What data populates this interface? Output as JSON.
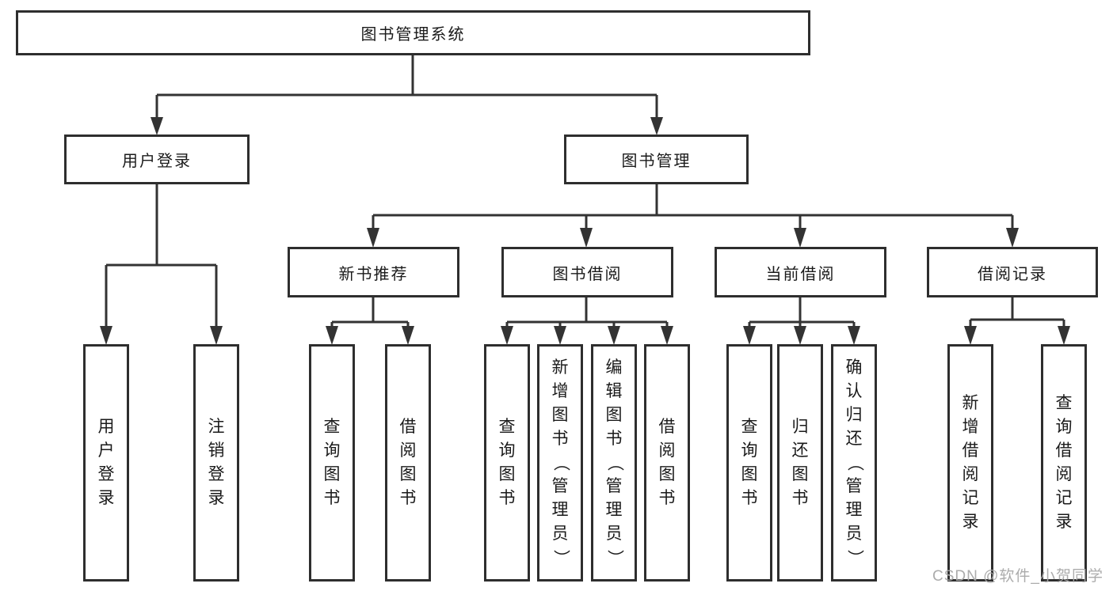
{
  "diagram": {
    "root": {
      "label": "图书管理系统"
    },
    "branches": [
      {
        "label": "用户登录",
        "children": [
          {
            "label": "用户登录"
          },
          {
            "label": "注销登录"
          }
        ]
      },
      {
        "label": "图书管理",
        "children": [
          {
            "label": "新书推荐",
            "children": [
              {
                "label": "查询图书"
              },
              {
                "label": "借阅图书"
              }
            ]
          },
          {
            "label": "图书借阅",
            "children": [
              {
                "label": "查询图书"
              },
              {
                "label": "新增图书（管理员）"
              },
              {
                "label": "编辑图书（管理员）"
              },
              {
                "label": "借阅图书"
              }
            ]
          },
          {
            "label": "当前借阅",
            "children": [
              {
                "label": "查询图书"
              },
              {
                "label": "归还图书"
              },
              {
                "label": "确认归还（管理员）"
              }
            ]
          },
          {
            "label": "借阅记录",
            "children": [
              {
                "label": "新增借阅记录"
              },
              {
                "label": "查询借阅记录"
              }
            ]
          }
        ]
      }
    ]
  },
  "watermark": "CSDN @软件_小贺同学",
  "colors": {
    "line": "#333333",
    "box_border": "#2e2e2e",
    "text": "#1a1a1a",
    "watermark": "#a8a8a8",
    "background": "#ffffff"
  }
}
